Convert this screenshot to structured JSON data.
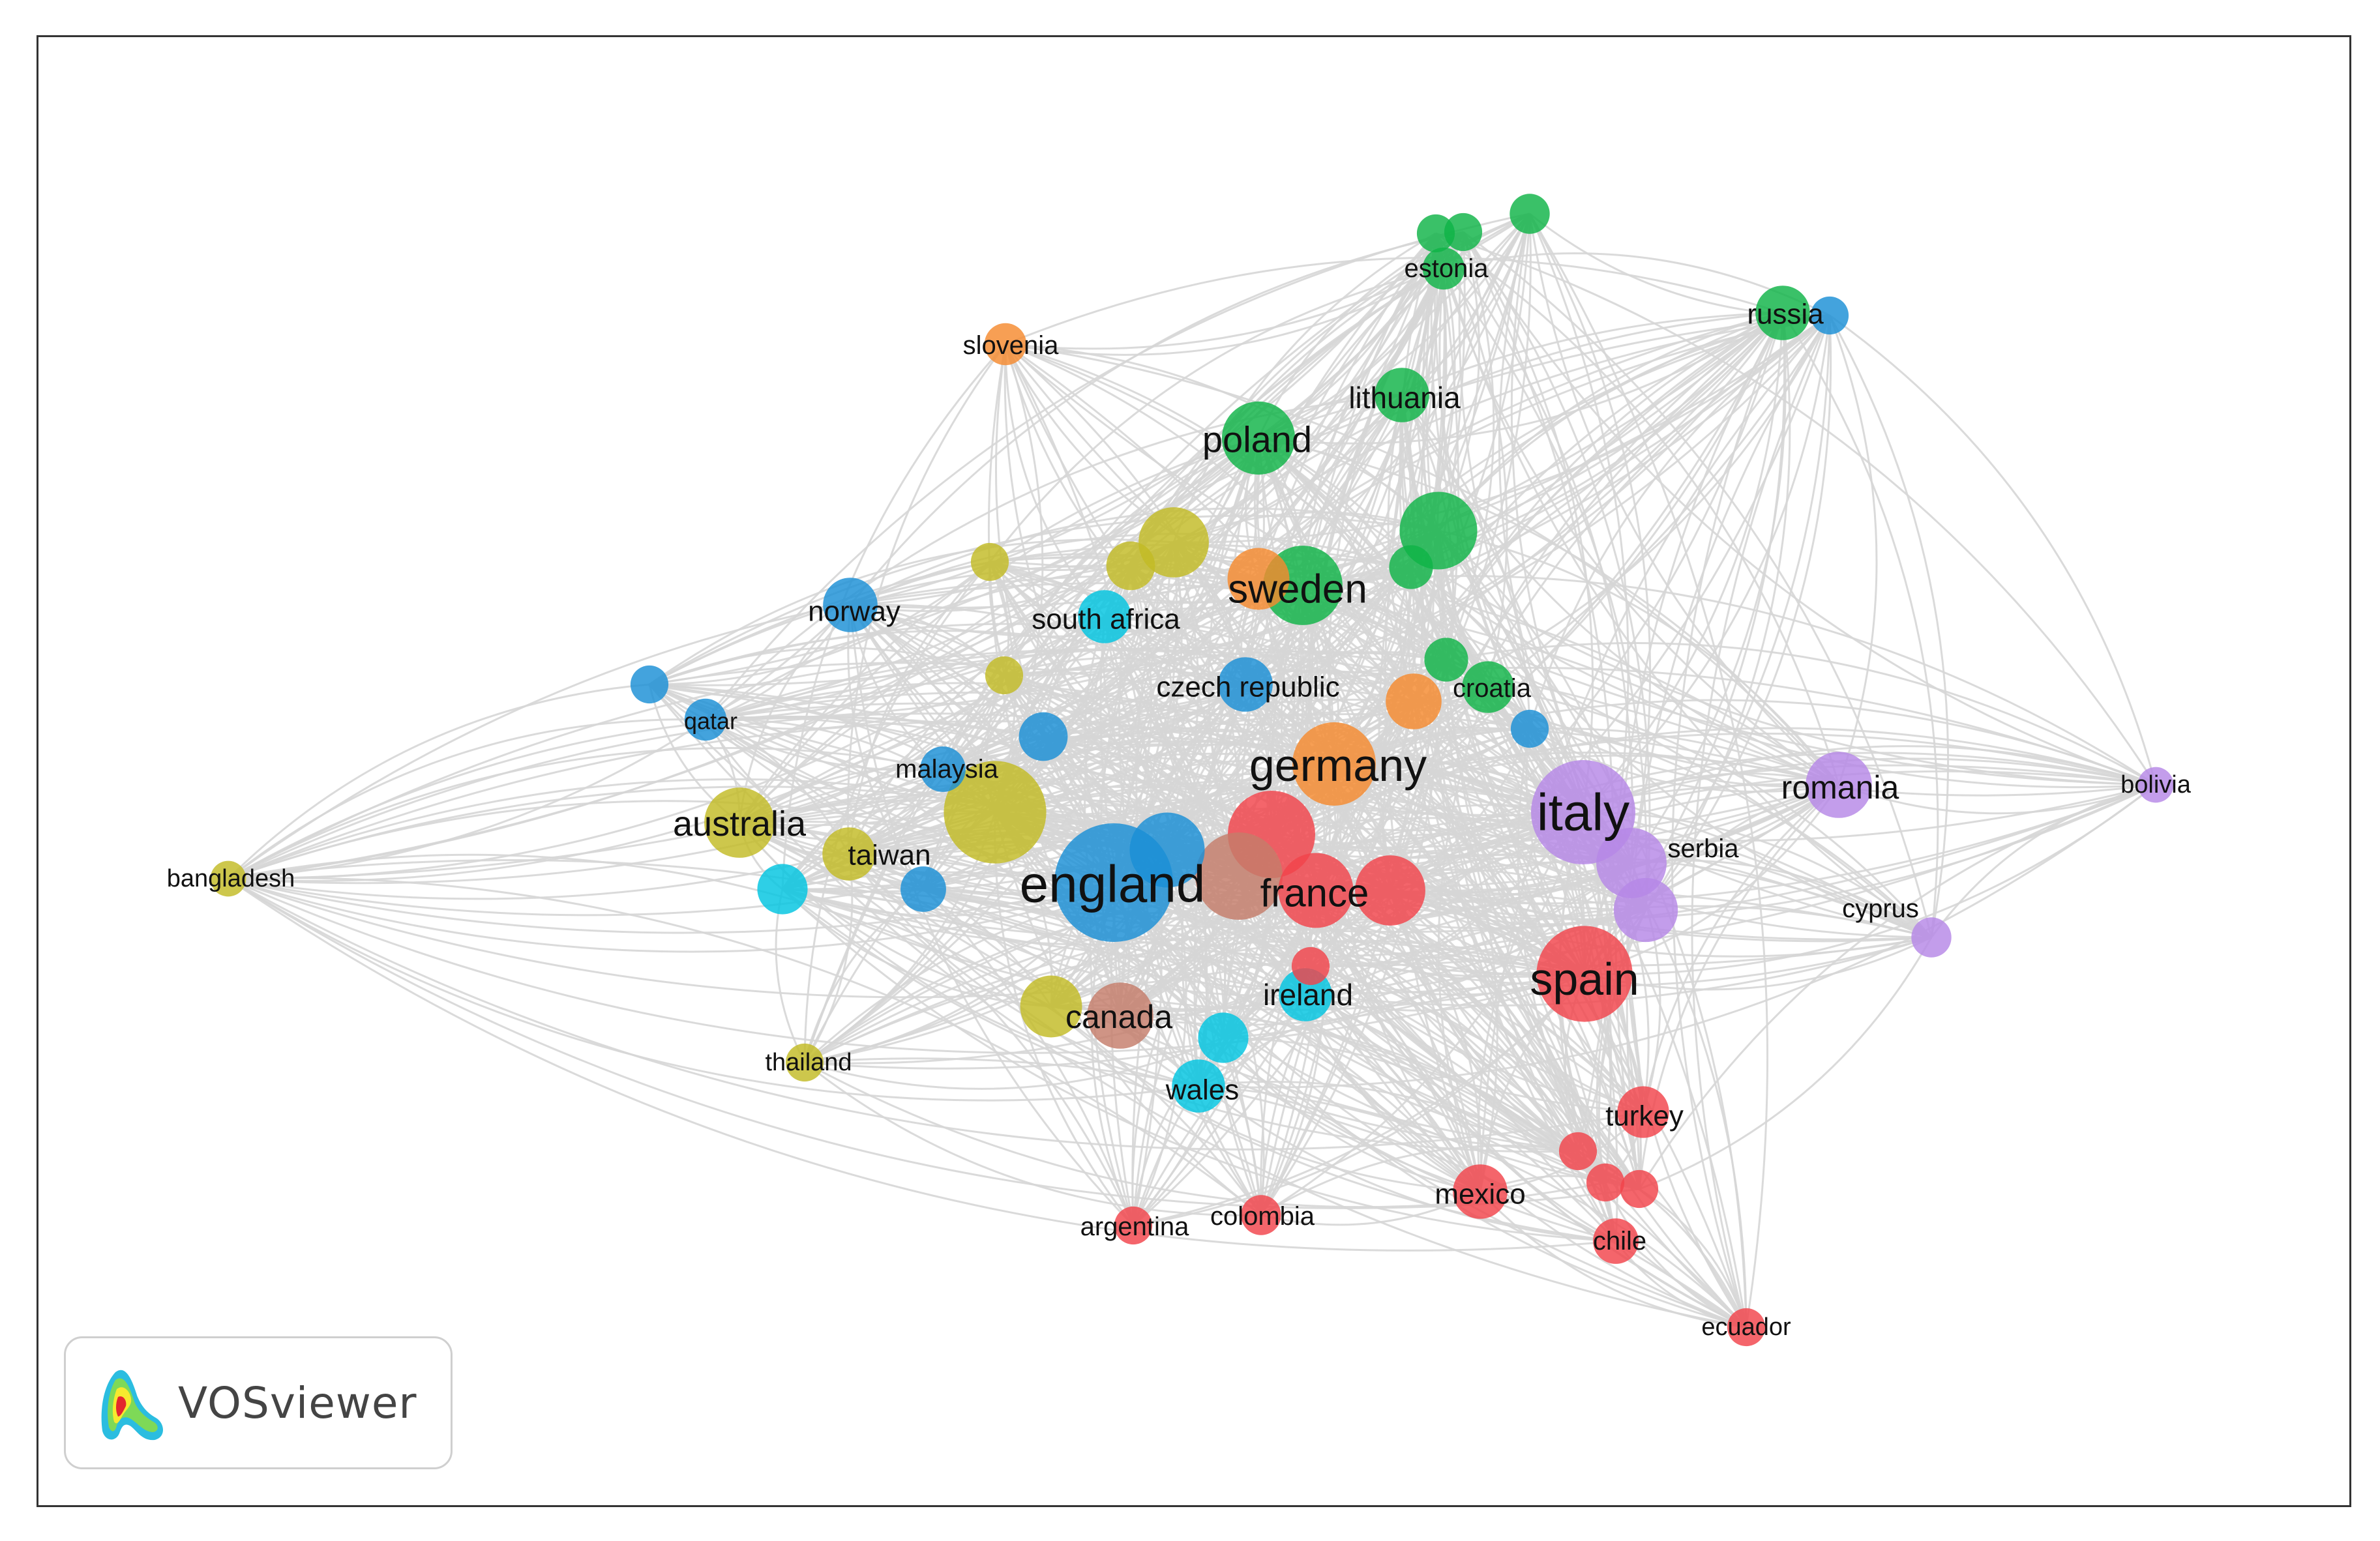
{
  "app": {
    "brand_text": "VOSviewer"
  },
  "colors": {
    "red": "#f2434a",
    "green": "#0fb347",
    "blue": "#1a8fd6",
    "yellow": "#c2bb24",
    "purple": "#b687e6",
    "cyan": "#00c4e0",
    "orange": "#f58a2e",
    "brown": "#c47d6a",
    "edge": "#d6d6d6"
  },
  "network": {
    "nodes": [
      {
        "id": "england",
        "label": "england",
        "color": "blue",
        "weight": 1.0,
        "font": 80
      },
      {
        "id": "italy",
        "label": "italy",
        "color": "purple",
        "weight": 0.75,
        "font": 80
      },
      {
        "id": "spain",
        "label": "spain",
        "color": "red",
        "weight": 0.62,
        "font": 70
      },
      {
        "id": "germany",
        "label": "germany",
        "color": "orange",
        "weight": 0.45,
        "font": 70
      },
      {
        "id": "france",
        "label": "france",
        "color": "red",
        "weight": 0.35,
        "font": 60
      },
      {
        "id": "sweden",
        "label": "sweden",
        "color": "green",
        "weight": 0.4,
        "font": 62
      },
      {
        "id": "poland",
        "label": "poland",
        "color": "green",
        "weight": 0.33,
        "font": 56
      },
      {
        "id": "australia",
        "label": "australia",
        "color": "yellow",
        "weight": 0.3,
        "font": 54
      },
      {
        "id": "romania",
        "label": "romania",
        "color": "purple",
        "weight": 0.26,
        "font": 50
      },
      {
        "id": "canada",
        "label": "canada",
        "color": "brown",
        "weight": 0.26,
        "font": 50
      },
      {
        "id": "lithuania",
        "label": "lithuania",
        "color": "green",
        "weight": 0.16,
        "font": 46
      },
      {
        "id": "russia",
        "label": "russia",
        "color": "green",
        "weight": 0.16,
        "font": 44
      },
      {
        "id": "norway",
        "label": "norway",
        "color": "blue",
        "weight": 0.16,
        "font": 44
      },
      {
        "id": "south_africa",
        "label": "south africa",
        "color": "cyan",
        "weight": 0.15,
        "font": 44
      },
      {
        "id": "czech_republic",
        "label": "czech republic",
        "color": "blue",
        "weight": 0.16,
        "font": 44
      },
      {
        "id": "croatia",
        "label": "croatia",
        "color": "green",
        "weight": 0.14,
        "font": 40
      },
      {
        "id": "ireland",
        "label": "ireland",
        "color": "cyan",
        "weight": 0.15,
        "font": 46
      },
      {
        "id": "wales",
        "label": "wales",
        "color": "cyan",
        "weight": 0.15,
        "font": 44
      },
      {
        "id": "turkey",
        "label": "turkey",
        "color": "red",
        "weight": 0.14,
        "font": 44
      },
      {
        "id": "mexico",
        "label": "mexico",
        "color": "red",
        "weight": 0.16,
        "font": 44
      },
      {
        "id": "serbia",
        "label": "serbia",
        "color": "purple",
        "weight": 0.3,
        "font": 40
      },
      {
        "id": "taiwan",
        "label": "taiwan",
        "color": "yellow",
        "weight": 0.15,
        "font": 44
      },
      {
        "id": "malaysia",
        "label": "malaysia",
        "color": "blue",
        "weight": 0.1,
        "font": 40
      },
      {
        "id": "qatar",
        "label": "qatar",
        "color": "blue",
        "weight": 0.08,
        "font": 36
      },
      {
        "id": "estonia",
        "label": "estonia",
        "color": "green",
        "weight": 0.08,
        "font": 40
      },
      {
        "id": "slovenia",
        "label": "slovenia",
        "color": "orange",
        "weight": 0.08,
        "font": 40
      },
      {
        "id": "cyprus",
        "label": "cyprus",
        "color": "purple",
        "weight": 0.07,
        "font": 40
      },
      {
        "id": "chile",
        "label": "chile",
        "color": "red",
        "weight": 0.1,
        "font": 40
      },
      {
        "id": "colombia",
        "label": "colombia",
        "color": "red",
        "weight": 0.07,
        "font": 40
      },
      {
        "id": "argentina",
        "label": "argentina",
        "color": "red",
        "weight": 0.06,
        "font": 40
      },
      {
        "id": "thailand",
        "label": "thailand",
        "color": "yellow",
        "weight": 0.06,
        "font": 38
      },
      {
        "id": "bangladesh",
        "label": "bangladesh",
        "color": "yellow",
        "weight": 0.05,
        "font": 38
      },
      {
        "id": "bolivia",
        "label": "bolivia",
        "color": "purple",
        "weight": 0.05,
        "font": 38
      },
      {
        "id": "ecuador",
        "label": "ecuador",
        "color": "red",
        "weight": 0.06,
        "font": 38
      },
      {
        "id": "u_yellow_big",
        "label": "",
        "color": "yellow",
        "weight": 0.72
      },
      {
        "id": "u_red_big",
        "label": "",
        "color": "red",
        "weight": 0.5
      },
      {
        "id": "u_brown_big",
        "label": "",
        "color": "brown",
        "weight": 0.5
      },
      {
        "id": "u_blue_2",
        "label": "",
        "color": "blue",
        "weight": 0.35
      },
      {
        "id": "u_red_2",
        "label": "",
        "color": "red",
        "weight": 0.3
      },
      {
        "id": "u_green_big",
        "label": "",
        "color": "green",
        "weight": 0.38
      },
      {
        "id": "u_yellow_2",
        "label": "",
        "color": "yellow",
        "weight": 0.3
      },
      {
        "id": "u_orange_2",
        "label": "",
        "color": "orange",
        "weight": 0.22
      },
      {
        "id": "u_orange_3",
        "label": "",
        "color": "orange",
        "weight": 0.17
      },
      {
        "id": "u_yellow_3",
        "label": "",
        "color": "yellow",
        "weight": 0.22
      },
      {
        "id": "u_yellow_4",
        "label": "",
        "color": "yellow",
        "weight": 0.12
      },
      {
        "id": "u_purple_2",
        "label": "",
        "color": "purple",
        "weight": 0.24
      },
      {
        "id": "u_blue_3",
        "label": "",
        "color": "blue",
        "weight": 0.12
      },
      {
        "id": "u_blue_4",
        "label": "",
        "color": "blue",
        "weight": 0.1
      },
      {
        "id": "u_cyan_2",
        "label": "",
        "color": "cyan",
        "weight": 0.13
      },
      {
        "id": "u_cyan_3",
        "label": "",
        "color": "cyan",
        "weight": 0.13
      },
      {
        "id": "u_green_2",
        "label": "",
        "color": "green",
        "weight": 0.09
      },
      {
        "id": "u_green_3",
        "label": "",
        "color": "green",
        "weight": 0.09
      },
      {
        "id": "u_green_4",
        "label": "",
        "color": "green",
        "weight": 0.06
      },
      {
        "id": "u_green_5",
        "label": "",
        "color": "green",
        "weight": 0.06
      },
      {
        "id": "u_green_6",
        "label": "",
        "color": "green",
        "weight": 0.07
      },
      {
        "id": "u_red_3",
        "label": "",
        "color": "red",
        "weight": 0.06
      },
      {
        "id": "u_red_4",
        "label": "",
        "color": "red",
        "weight": 0.06
      },
      {
        "id": "u_red_5",
        "label": "",
        "color": "red",
        "weight": 0.06
      },
      {
        "id": "u_red_6",
        "label": "",
        "color": "red",
        "weight": 0.06
      },
      {
        "id": "u_blue_5",
        "label": "",
        "color": "blue",
        "weight": 0.06
      },
      {
        "id": "u_yellow_5",
        "label": "",
        "color": "yellow",
        "weight": 0.06
      },
      {
        "id": "u_yellow_6",
        "label": "",
        "color": "yellow",
        "weight": 0.06
      },
      {
        "id": "u_blue_6",
        "label": "",
        "color": "blue",
        "weight": 0.06
      },
      {
        "id": "u_blue_7",
        "label": "",
        "color": "blue",
        "weight": 0.06
      }
    ]
  }
}
